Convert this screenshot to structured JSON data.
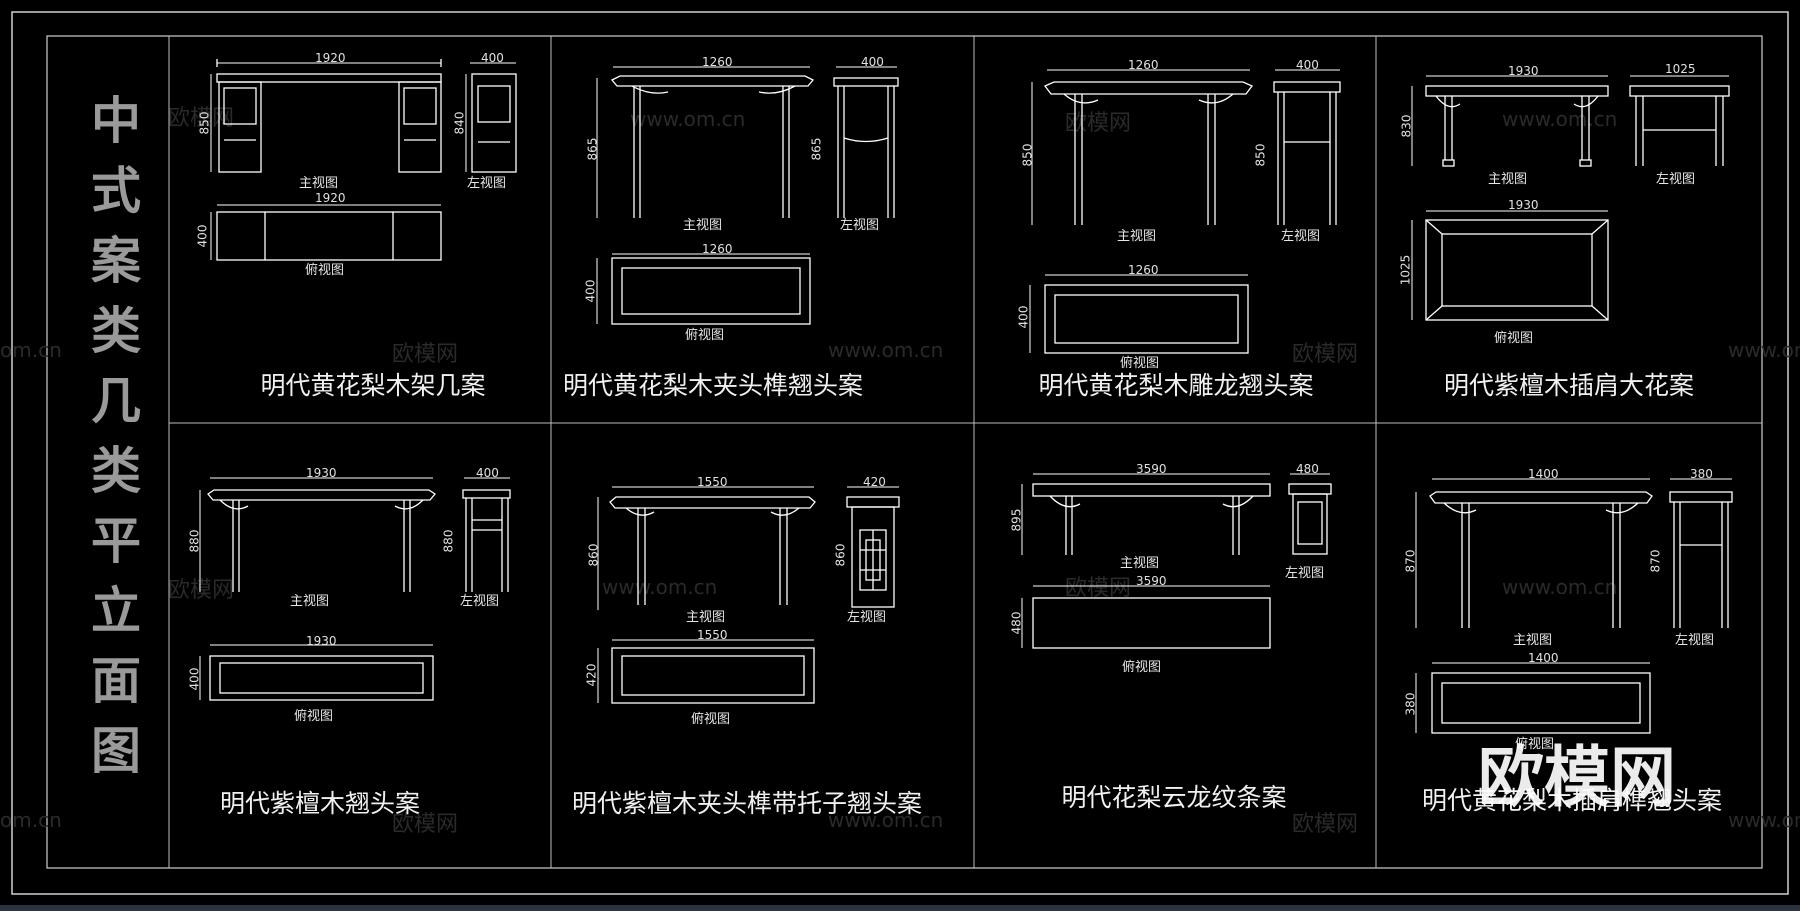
{
  "title": "中式案类几类平立面图",
  "watermark_brand": "欧模网",
  "watermark_url": "www.om.cn",
  "watermark_url_short": "om.cn",
  "view_front": "主视图",
  "view_left": "左视图",
  "view_top": "俯视图",
  "panels": [
    {
      "caption": "明代黄花梨木架几案",
      "d_top": "1920",
      "d_side": "400",
      "d_front_h": "850",
      "d_side_h": "840",
      "d_plan_w": "1920",
      "d_plan_h": "400"
    },
    {
      "caption": "明代黄花梨木夹头榫翘头案",
      "d_top": "1260",
      "d_side": "400",
      "d_front_h": "865",
      "d_side_h": "865",
      "d_plan_w": "1260",
      "d_plan_h": "400"
    },
    {
      "caption": "明代黄花梨木雕龙翘头案",
      "d_top": "1260",
      "d_side": "400",
      "d_front_h": "850",
      "d_side_h": "850",
      "d_plan_w": "1260",
      "d_plan_h": "400"
    },
    {
      "caption": "明代紫檀木插肩大花案",
      "d_top": "1930",
      "d_side": "1025",
      "d_front_h": "830",
      "d_side_h": "",
      "d_plan_w": "1930",
      "d_plan_h": "1025"
    },
    {
      "caption": "明代紫檀木翘头案",
      "d_top": "1930",
      "d_side": "400",
      "d_front_h": "880",
      "d_side_h": "880",
      "d_plan_w": "1930",
      "d_plan_h": "400"
    },
    {
      "caption": "明代紫檀木夹头榫带托子翘头案",
      "d_top": "1550",
      "d_side": "420",
      "d_front_h": "860",
      "d_side_h": "860",
      "d_plan_w": "1550",
      "d_plan_h": "420"
    },
    {
      "caption": "明代花梨云龙纹条案",
      "d_top": "3590",
      "d_side": "480",
      "d_front_h": "895",
      "d_side_h": "",
      "d_plan_w": "3590",
      "d_plan_h": "480"
    },
    {
      "caption": "明代黄花梨木插肩榫翘头案",
      "d_top": "1400",
      "d_side": "380",
      "d_front_h": "870",
      "d_side_h": "870",
      "d_plan_w": "1400",
      "d_plan_h": "380"
    }
  ]
}
